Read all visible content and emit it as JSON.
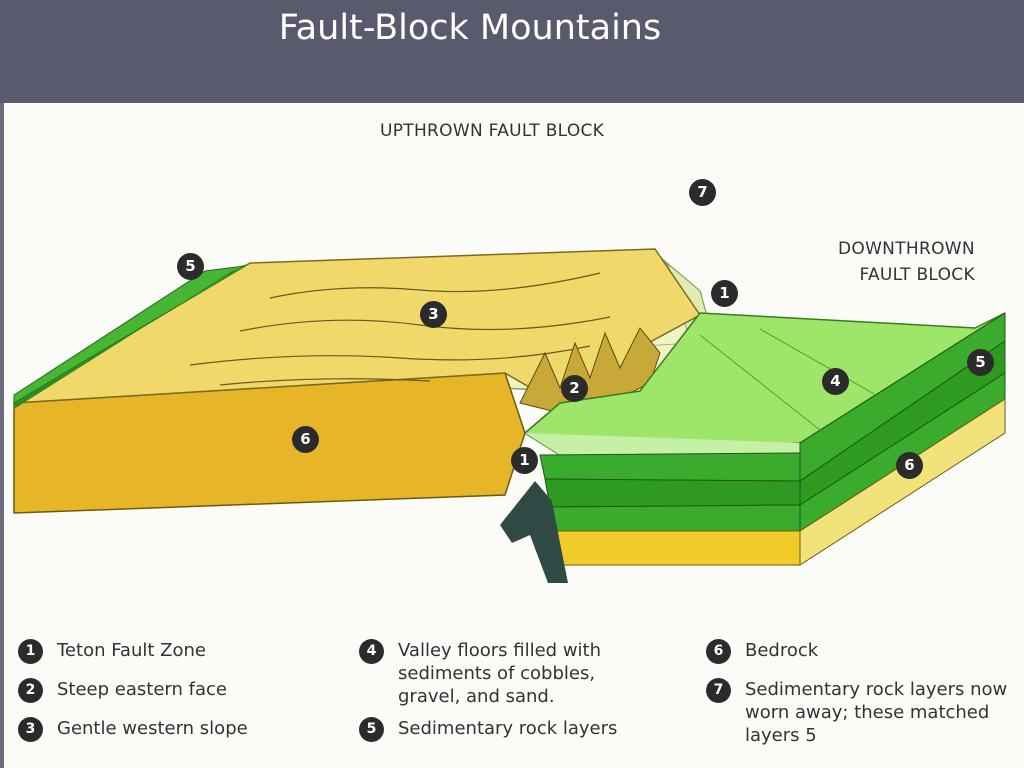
{
  "title": "Fault-Block Mountains",
  "diagram": {
    "upthrown_label": "UPTHROWN FAULT BLOCK",
    "downthrown_label": "DOWNTHROWN\nFAULT BLOCK",
    "markers": [
      "5",
      "7",
      "1",
      "3",
      "2",
      "4",
      "5",
      "6",
      "1",
      "6"
    ]
  },
  "legend": [
    {
      "num": "1",
      "text": "Teton Fault Zone"
    },
    {
      "num": "2",
      "text": "Steep eastern face"
    },
    {
      "num": "3",
      "text": "Gentle western slope"
    },
    {
      "num": "4",
      "text": "Valley floors filled with\nsediments of cobbles,\ngravel, and sand."
    },
    {
      "num": "5",
      "text": "Sedimentary rock layers"
    },
    {
      "num": "6",
      "text": "Bedrock"
    },
    {
      "num": "7",
      "text": "Sedimentary rock layers now\nworn away; these matched\nlayers 5"
    }
  ]
}
